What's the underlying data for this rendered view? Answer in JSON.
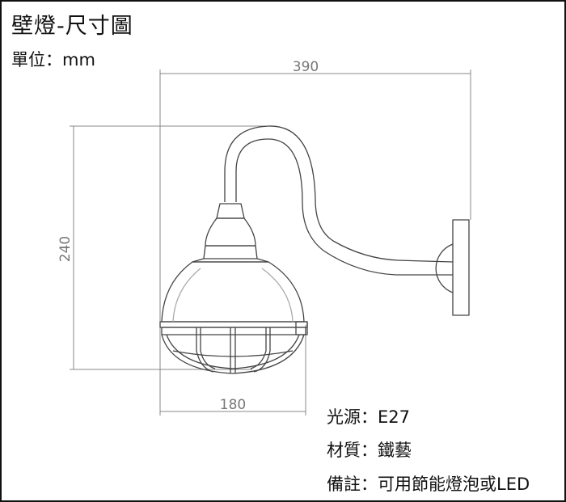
{
  "title": "壁燈-尺寸圖",
  "unit": "單位：mm",
  "dimensions": {
    "width": "390",
    "height": "240",
    "shade_width": "180"
  },
  "specs": [
    "光源：E27",
    "材質：鐵藝",
    "備註：可用節能燈泡或LED"
  ],
  "colors": {
    "line": "#444444",
    "dimension_line": "#888888",
    "dimension_text": "#777777",
    "text": "#111111",
    "border": "#111111"
  }
}
